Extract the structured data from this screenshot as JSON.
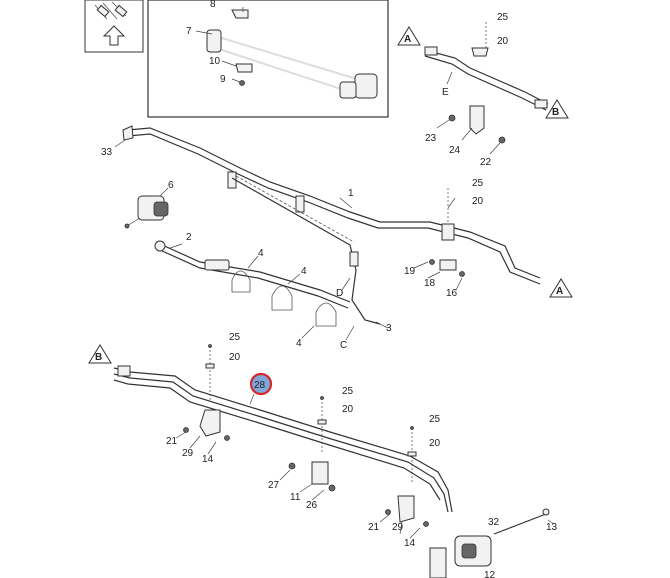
{
  "callouts": {
    "c8": "8",
    "c7": "7",
    "c10": "10",
    "c9": "9",
    "c25a": "25",
    "c20a": "20",
    "cE": "E",
    "c23": "23",
    "c24": "24",
    "c22": "22",
    "c33": "33",
    "c6": "6",
    "c1": "1",
    "c2": "2",
    "c4a": "4",
    "c4b": "4",
    "c4c": "4",
    "cD": "D",
    "c3": "3",
    "cC": "C",
    "c25b": "25",
    "c20b": "20",
    "c19": "19",
    "c18": "18",
    "c16": "16",
    "c25c": "25",
    "c20c": "20",
    "c21a": "21",
    "c29": "29",
    "c14": "14",
    "c28": "28",
    "c25d": "25",
    "c20d": "20",
    "c27": "27",
    "c11": "11",
    "c26": "26",
    "c25e": "25",
    "c20e": "20",
    "c21b": "21",
    "c29b": "29",
    "c14b": "14",
    "c32": "32",
    "c13": "13",
    "c12": "12"
  },
  "refs": {
    "a1": "A",
    "a2": "A",
    "b1": "B",
    "b2": "B"
  },
  "colors": {
    "highlight_ring": "#d62828",
    "highlight_fill": "#7fa7d9"
  }
}
